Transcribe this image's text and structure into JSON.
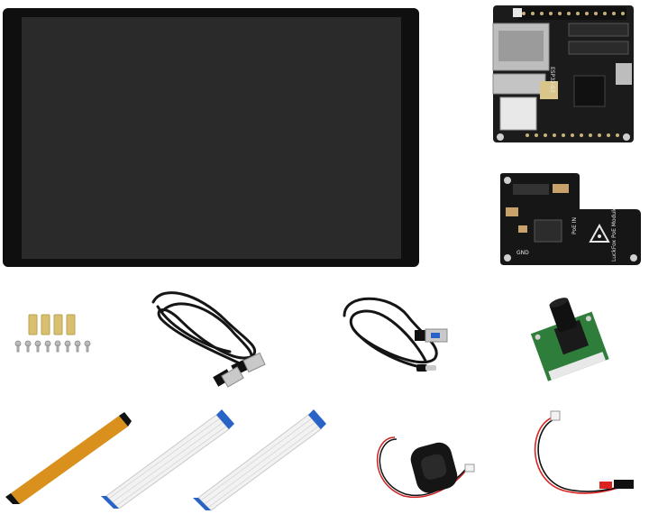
{
  "products": {
    "display": {
      "name": "lcd-display",
      "screen": "off"
    },
    "mainboard": {
      "name": "esp32-mainboard",
      "chip_label": "ESP32-S3-WROOM"
    },
    "poe_module": {
      "name": "poe-module",
      "silk_poe": "PoE IN",
      "silk_gnd": "GND",
      "silk_brand": "LuckFox PoE Module"
    },
    "standoffs": {
      "count": 4,
      "screws": 8
    },
    "usb_a_cable": {
      "name": "usb-a-cable"
    },
    "usb_c_cable": {
      "name": "usb-c-cable"
    },
    "camera": {
      "name": "camera-module"
    },
    "ffc_cables": {
      "count": 3
    },
    "speaker": {
      "name": "speaker"
    },
    "jumper_cable": {
      "name": "red-black-cable"
    }
  },
  "colors": {
    "screen": "#2a2a2a",
    "bezel": "#0f0f0f",
    "pcb": "#1a1a1a",
    "camera_pcb": "#2f7d3a",
    "ffc_orange": "#d9901c",
    "ffc_white": "#f2f2f2",
    "ffc_blue": "#2a63c7",
    "brass": "#d8c070",
    "red_wire": "#d22",
    "usb_metal": "#c9c9c9"
  }
}
